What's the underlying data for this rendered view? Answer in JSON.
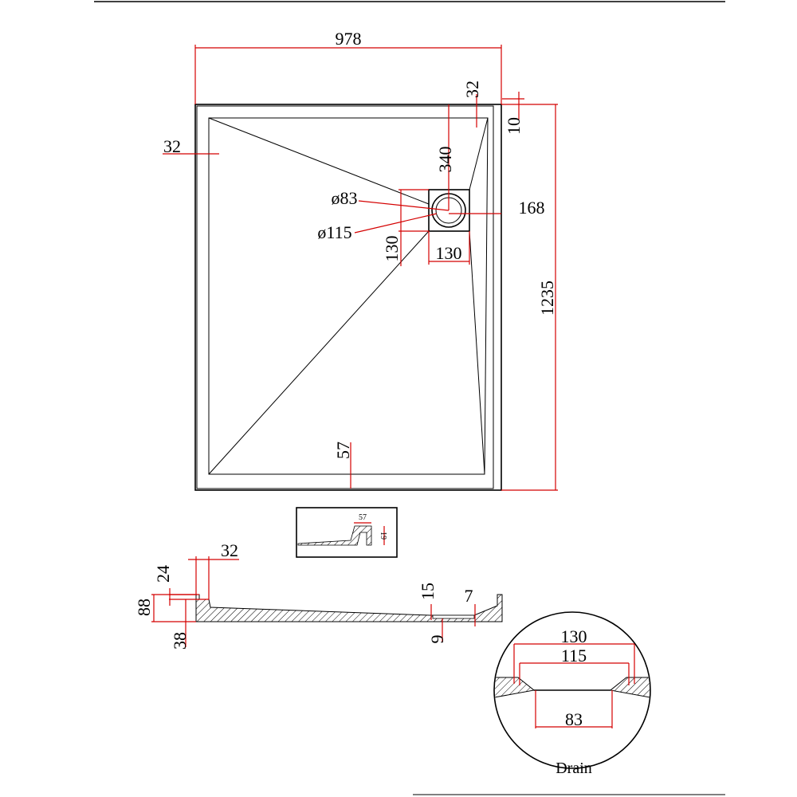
{
  "top_view": {
    "width": "978",
    "length": "1235",
    "rim_top": "32",
    "rim_right": "10",
    "rim_left": "32",
    "drain_offset_top": "340",
    "drain_offset_right": "168",
    "drain_box_width": "130",
    "drain_box_height": "130",
    "drain_inner_diameter": "ø83",
    "drain_outer_diameter": "ø115",
    "bottom_rim": "57"
  },
  "inset_detail": {
    "top_width": "57",
    "height": "19"
  },
  "section": {
    "rim_width": "32",
    "step_24": "24",
    "total_height": "88",
    "base_38": "38",
    "floor_15": "15",
    "outlet_9": "9",
    "edge_7": "7"
  },
  "drain_detail": {
    "outer": "130",
    "middle": "115",
    "inner": "83",
    "caption": "Drain"
  }
}
